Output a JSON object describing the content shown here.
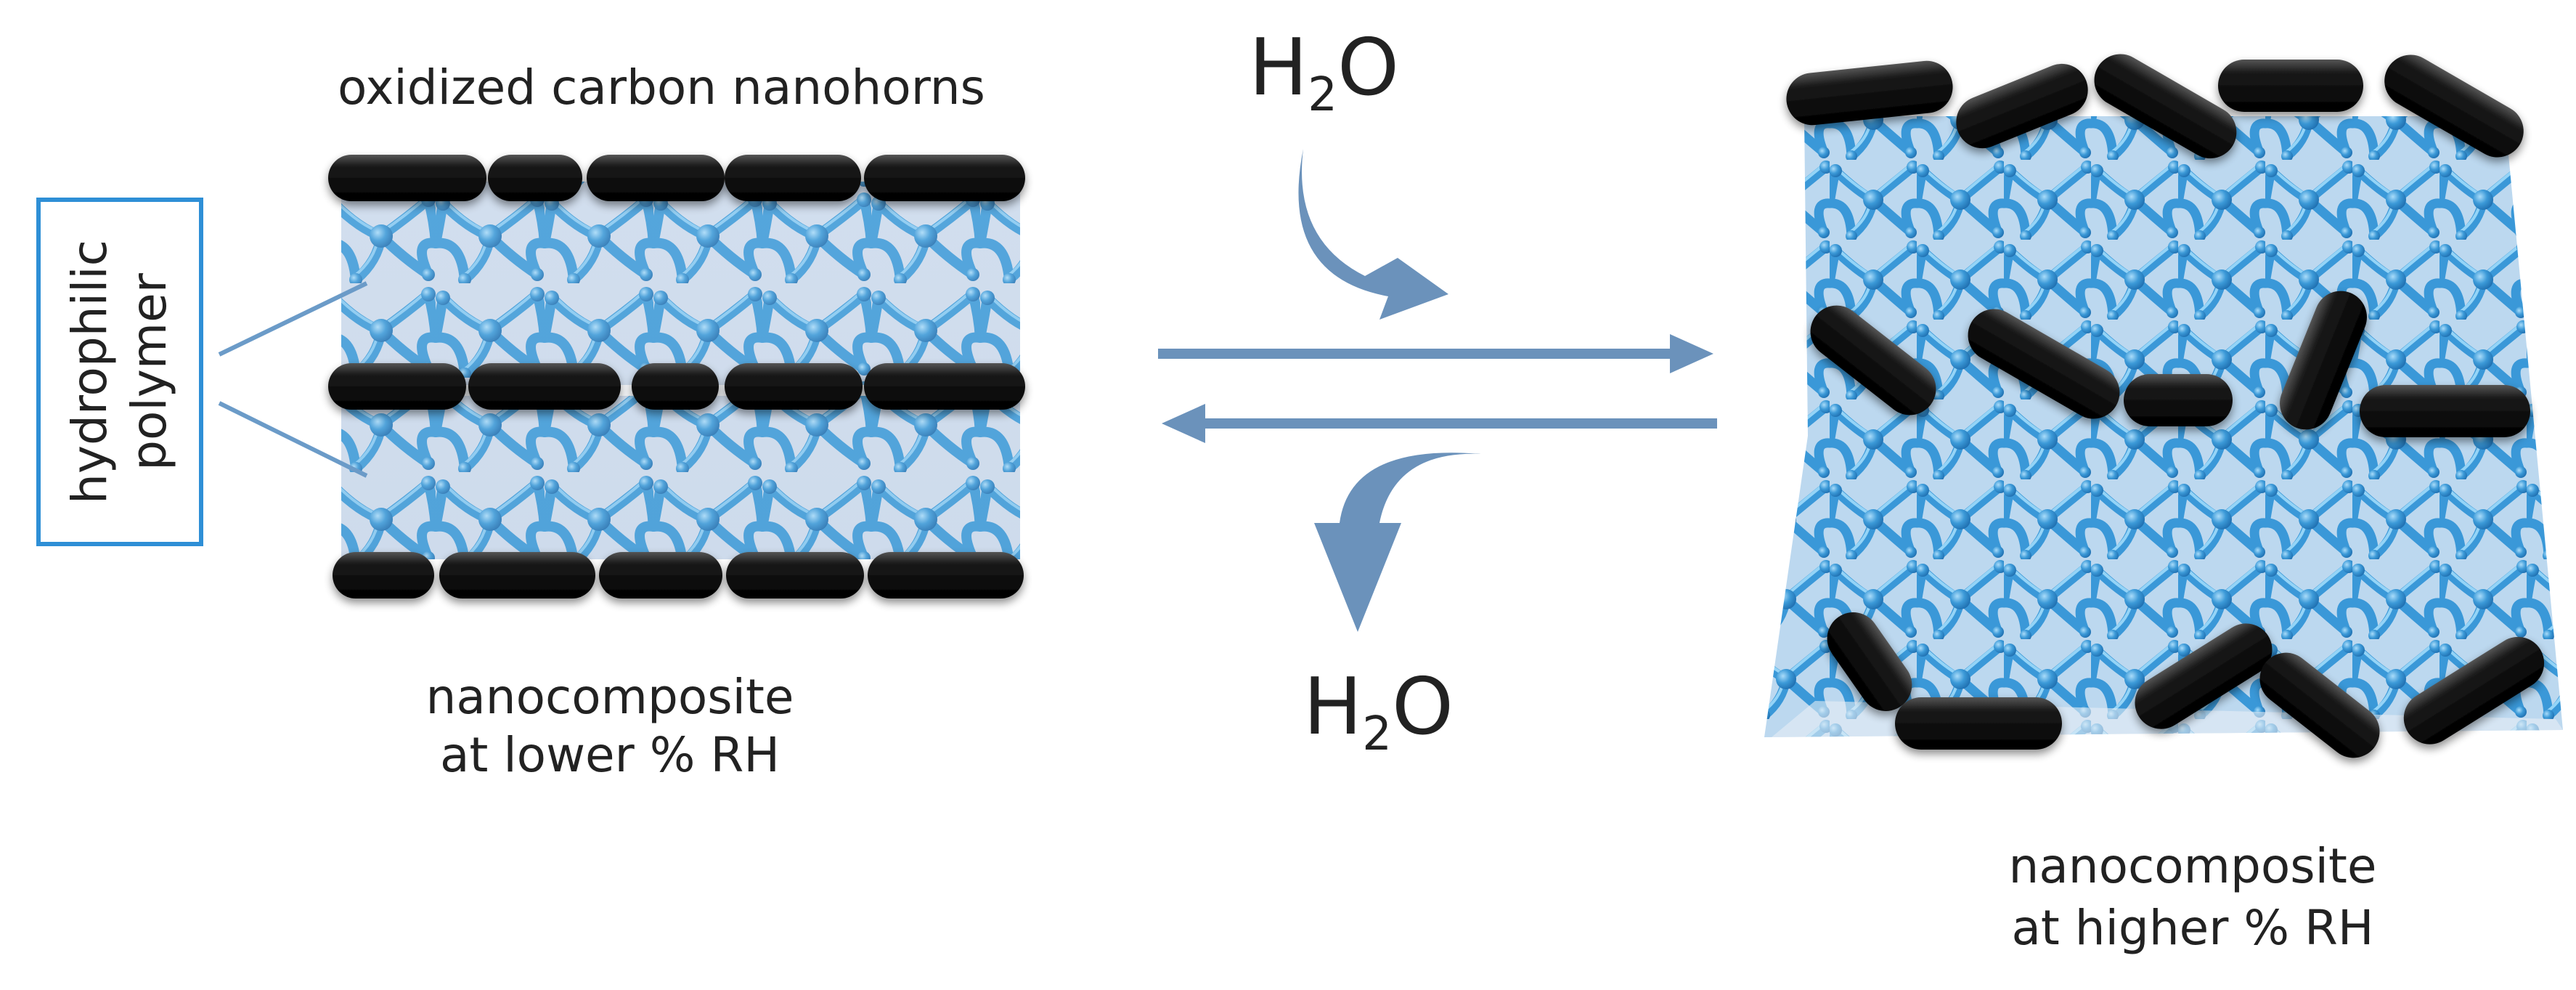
{
  "labels": {
    "top_label": "oxidized carbon nanohorns",
    "polymer_label_line1": "hydrophilic",
    "polymer_label_line2": "polymer",
    "left_caption_line1": "nanocomposite",
    "left_caption_line2": "at lower % RH",
    "right_caption_line1": "nanocomposite",
    "right_caption_line2": "at higher % RH",
    "water_top_main": "H",
    "water_top_sub": "2",
    "water_top_tail": "O",
    "water_bottom_main": "H",
    "water_bottom_sub": "2",
    "water_bottom_tail": "O"
  },
  "colors": {
    "polymer_blue": "#3c9ad8",
    "polymer_light": "#7cc2ee",
    "nanohorn_black": "#111111",
    "arrow_blue": "#6b92bb",
    "box_border": "#2e8fd6"
  }
}
